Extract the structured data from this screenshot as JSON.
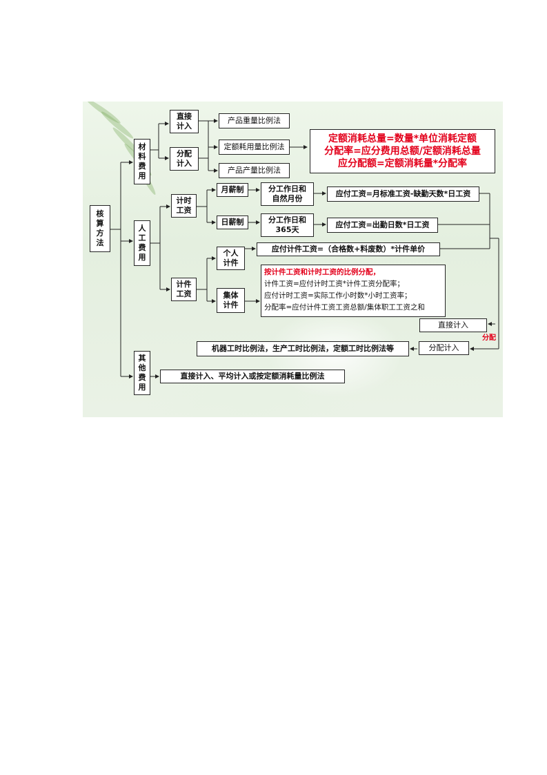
{
  "root": "核\n算\n方\n法",
  "material": {
    "label": "材\n料\n费\n用",
    "direct": "直接\n计入",
    "allocate": "分配\n计入",
    "methods": [
      "产品重量比例法",
      "定额耗用量比例法",
      "产品产量比例法"
    ],
    "formulas": [
      "定额消耗总量=数量*单位消耗定额",
      "分配率=应分费用总额/定额消耗总量",
      "应分配额=定额消耗量*分配率"
    ]
  },
  "labor": {
    "label": "人\n工\n费\n用",
    "time_wage": "计时\n工资",
    "monthly": "月薪制",
    "daily": "日薪制",
    "monthly_days": "分工作日和\n自然月份",
    "daily_days": "分工作日和\n365天",
    "monthly_formula": "应付工资=月标准工资-缺勤天数*日工资",
    "daily_formula": "应付工资=出勤日数*日工资",
    "piece_wage": "计件\n工资",
    "individual": "个人\n计件",
    "individual_formula": "应付计件工资=（合格数+料废数）*计件单价",
    "collective": "集体\n计件",
    "collective_title": "按计件工资和计时工资的比例分配，",
    "collective_lines": [
      "计件工资=应付计时工资*计件工资分配率；",
      "应付计时工资=实际工作小时数*小时工资率；",
      "分配率=应付计件工资工资总额/集体职工工资之和"
    ],
    "direct": "直接计入",
    "allocate": "分配计入",
    "allocate_tag": "分配",
    "allocate_methods": "机器工时比例法，生产工时比例法，定额工时比例法等"
  },
  "other": {
    "label": "其\n他\n费\n用",
    "methods": "直接计入、平均计入或按定额消耗量比例法"
  },
  "colors": {
    "accent_red": "#e3001b",
    "line": "#222222",
    "background": "#e8f1e3"
  }
}
